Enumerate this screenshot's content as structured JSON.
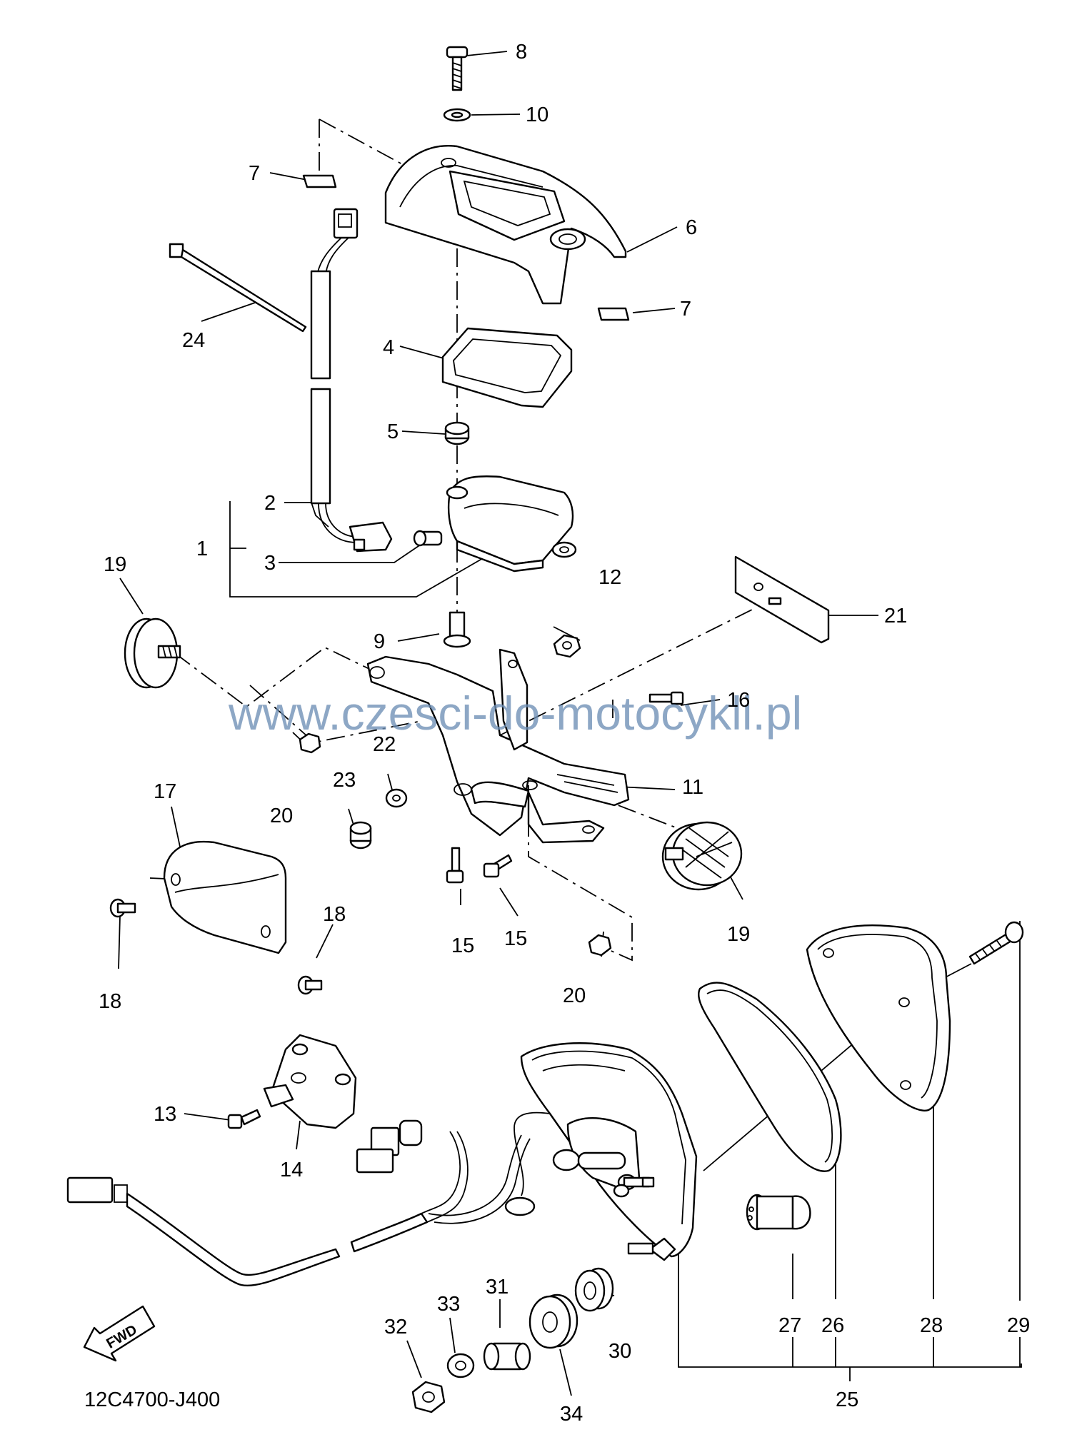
{
  "diagram": {
    "reference_code": "12C4700-J400",
    "watermark": "www.czesci-do-motocykli.pl",
    "direction_label": "FWD",
    "callouts": [
      {
        "id": "c8",
        "text": "8"
      },
      {
        "id": "c10",
        "text": "10"
      },
      {
        "id": "c7a",
        "text": "7"
      },
      {
        "id": "c6",
        "text": "6"
      },
      {
        "id": "c7b",
        "text": "7"
      },
      {
        "id": "c24",
        "text": "24"
      },
      {
        "id": "c4",
        "text": "4"
      },
      {
        "id": "c5",
        "text": "5"
      },
      {
        "id": "c2",
        "text": "2"
      },
      {
        "id": "c1",
        "text": "1"
      },
      {
        "id": "c3",
        "text": "3"
      },
      {
        "id": "c19a",
        "text": "19"
      },
      {
        "id": "c12",
        "text": "12"
      },
      {
        "id": "c21",
        "text": "21"
      },
      {
        "id": "c9",
        "text": "9"
      },
      {
        "id": "c16",
        "text": "16"
      },
      {
        "id": "c22",
        "text": "22"
      },
      {
        "id": "c23",
        "text": "23"
      },
      {
        "id": "c20a",
        "text": "20"
      },
      {
        "id": "c17",
        "text": "17"
      },
      {
        "id": "c11",
        "text": "11"
      },
      {
        "id": "c19b",
        "text": "19"
      },
      {
        "id": "c18a",
        "text": "18"
      },
      {
        "id": "c18b",
        "text": "18"
      },
      {
        "id": "c15a",
        "text": "15"
      },
      {
        "id": "c15b",
        "text": "15"
      },
      {
        "id": "c20b",
        "text": "20"
      },
      {
        "id": "c13",
        "text": "13"
      },
      {
        "id": "c14",
        "text": "14"
      },
      {
        "id": "c31",
        "text": "31"
      },
      {
        "id": "c33",
        "text": "33"
      },
      {
        "id": "c32",
        "text": "32"
      },
      {
        "id": "c30",
        "text": "30"
      },
      {
        "id": "c34",
        "text": "34"
      },
      {
        "id": "c27",
        "text": "27"
      },
      {
        "id": "c26",
        "text": "26"
      },
      {
        "id": "c28",
        "text": "28"
      },
      {
        "id": "c29",
        "text": "29"
      },
      {
        "id": "c25",
        "text": "25"
      }
    ]
  }
}
